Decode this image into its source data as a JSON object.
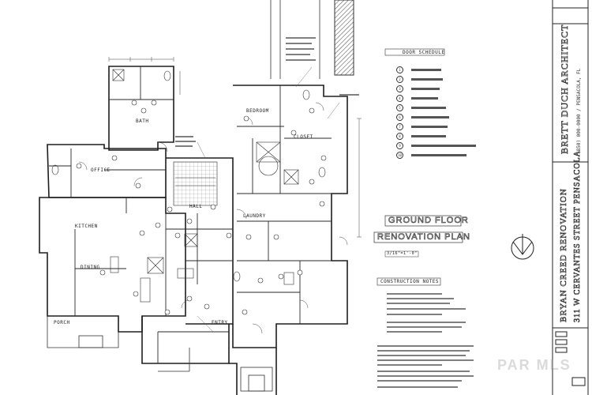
{
  "title_block": {
    "firm_line1": "BRETT DUCH ARCHITECT",
    "firm_line2": "(850) 000-0000 / PENSACOLA, FL",
    "project_line1": "BRYAN CREED RENOVATION",
    "project_line2": "311 W CERVANTES STREET PENSACOLA"
  },
  "plan_title": {
    "line1": "GROUND FLOOR",
    "line2": "RENOVATION PLAN",
    "scale": "3/16\"=1'-0\""
  },
  "door_schedule": {
    "heading": "DOOR SCHEDULE",
    "items": [
      {
        "num": "1"
      },
      {
        "num": "2"
      },
      {
        "num": "3"
      },
      {
        "num": "4"
      },
      {
        "num": "5"
      },
      {
        "num": "6"
      },
      {
        "num": "7"
      },
      {
        "num": "8"
      },
      {
        "num": "9"
      },
      {
        "num": "10"
      }
    ]
  },
  "construction_notes": {
    "heading": "CONSTRUCTION NOTES"
  },
  "rooms": {
    "dining": "DINING",
    "kitchen": "KITCHEN",
    "office": "OFFICE",
    "bath": "BATH",
    "bedroom": "BEDROOM",
    "closet": "CLOSET",
    "hall": "HALL",
    "porch": "PORCH",
    "laundry": "LAUNDRY",
    "entry": "ENTRY"
  },
  "watermark": "PAR MLS",
  "colors": {
    "ink": "#1e1e1e",
    "hatch": "#444444",
    "paper": "#ffffff"
  }
}
